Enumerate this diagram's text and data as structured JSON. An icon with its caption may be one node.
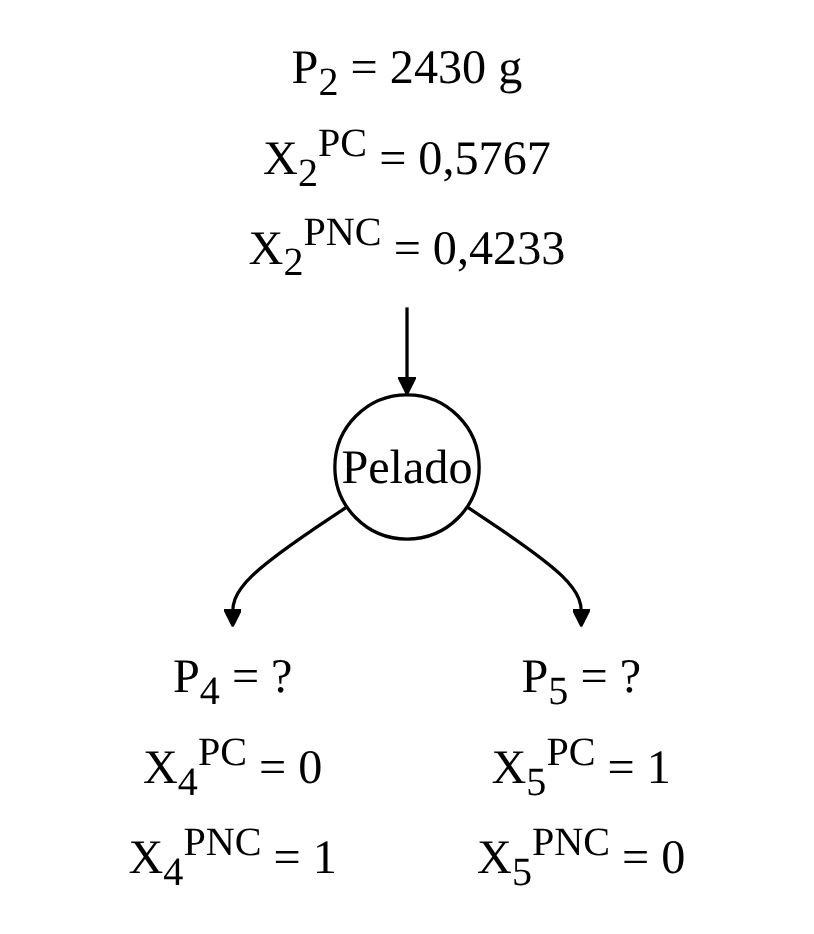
{
  "diagram": {
    "nodes": [
      {
        "text": [
          "P$_{2}$ = 2430 g",
          "X$_{2}$$^{PC}$ = 0,5767",
          "X$_{2}$$^{PNC}$ = 0,4233"
        ]
      },
      {
        "text": [
          "Pelado"
        ]
      },
      {
        "text": [
          "P$_{4}$ = ?",
          "X$_{4}$$^{PC}$ = 0",
          "X$_{4}$$^{PNC}$ = 1"
        ]
      },
      {
        "text": [
          "P$_{5}$ = ?",
          "X$_{5}$$^{PC}$ = 1",
          "X$_{5}$$^{PNC}$ = 0"
        ]
      }
    ],
    "edges": [
      {
        "from": 0,
        "to": 1,
        "arrow": "to"
      },
      {
        "from": 1,
        "to": 2,
        "arrow": "to"
      },
      {
        "from": 1,
        "to": 3,
        "arrow": "to"
      }
    ]
  }
}
